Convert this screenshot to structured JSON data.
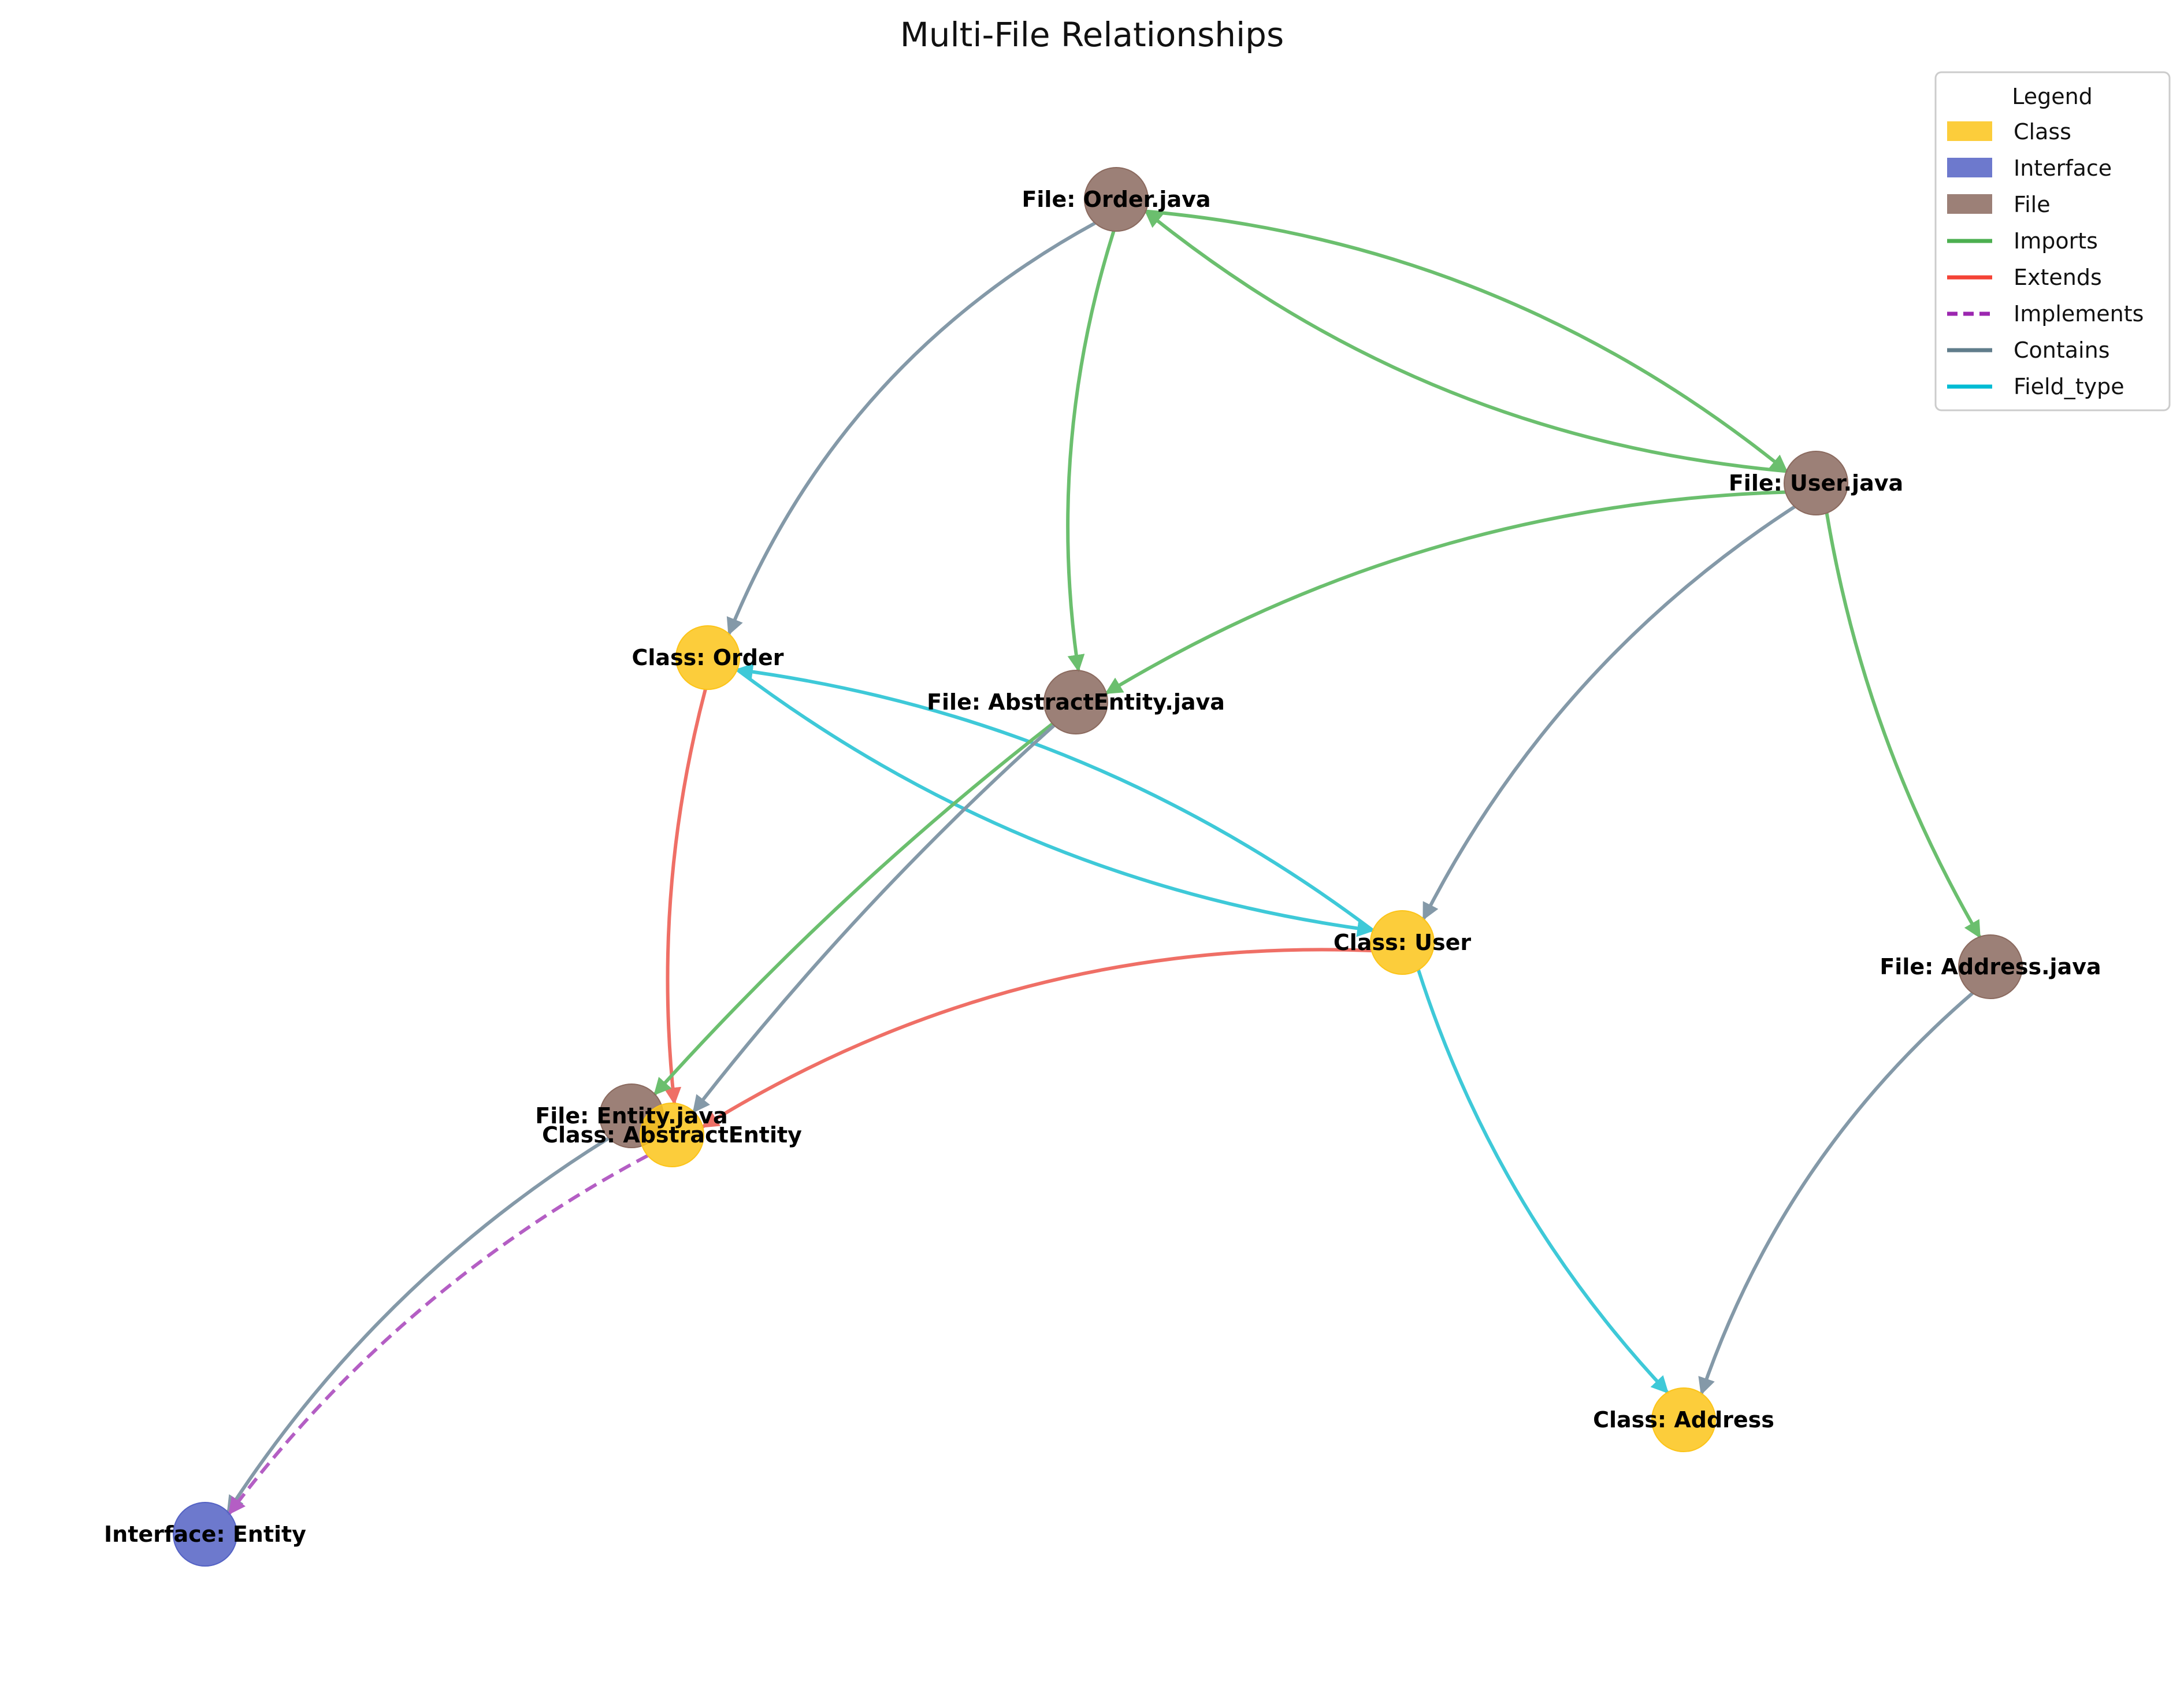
{
  "title": "Multi-File Relationships",
  "legend": {
    "title": "Legend",
    "items": [
      {
        "label": "Class",
        "kind": "patch",
        "color": "#fcc419"
      },
      {
        "label": "Interface",
        "kind": "patch",
        "color": "#5462c4"
      },
      {
        "label": "File",
        "kind": "patch",
        "color": "#8b6a5f"
      },
      {
        "label": "Imports",
        "kind": "line",
        "color": "#4caf50",
        "dash": false
      },
      {
        "label": "Extends",
        "kind": "line",
        "color": "#f44336",
        "dash": false
      },
      {
        "label": "Implements",
        "kind": "line",
        "color": "#9c27b0",
        "dash": true
      },
      {
        "label": "Contains",
        "kind": "line",
        "color": "#607d8b",
        "dash": false
      },
      {
        "label": "Field_type",
        "kind": "line",
        "color": "#00bcd4",
        "dash": false
      }
    ]
  },
  "node_colors": {
    "Class": "#fcc419",
    "Interface": "#5462c4",
    "File": "#8b6a5f"
  },
  "edge_colors": {
    "imports": "#6bbf6e",
    "extends": "#ef6f66",
    "implements": "#b45ec4",
    "contains": "#8499a8",
    "field_type": "#3ec9d8"
  },
  "nodes": [
    {
      "id": "order_java",
      "label": "File: Order.java",
      "type": "File"
    },
    {
      "id": "user_java",
      "label": "File: User.java",
      "type": "File"
    },
    {
      "id": "class_order",
      "label": "Class: Order",
      "type": "Class"
    },
    {
      "id": "abstract_java",
      "label": "File: AbstractEntity.java",
      "type": "File"
    },
    {
      "id": "class_user",
      "label": "Class: User",
      "type": "Class"
    },
    {
      "id": "address_java",
      "label": "File: Address.java",
      "type": "File"
    },
    {
      "id": "entity_java",
      "label": "File: Entity.java",
      "type": "File"
    },
    {
      "id": "class_abstract",
      "label": "Class: AbstractEntity",
      "type": "Class"
    },
    {
      "id": "class_address",
      "label": "Class: Address",
      "type": "Class"
    },
    {
      "id": "iface_entity",
      "label": "Interface: Entity",
      "type": "Interface"
    }
  ],
  "edges": [
    {
      "from": "order_java",
      "to": "class_order",
      "type": "contains"
    },
    {
      "from": "order_java",
      "to": "abstract_java",
      "type": "imports"
    },
    {
      "from": "order_java",
      "to": "user_java",
      "type": "imports"
    },
    {
      "from": "user_java",
      "to": "order_java",
      "type": "imports"
    },
    {
      "from": "user_java",
      "to": "abstract_java",
      "type": "imports"
    },
    {
      "from": "user_java",
      "to": "class_user",
      "type": "contains"
    },
    {
      "from": "user_java",
      "to": "address_java",
      "type": "imports"
    },
    {
      "from": "class_order",
      "to": "class_user",
      "type": "field_type"
    },
    {
      "from": "class_user",
      "to": "class_order",
      "type": "field_type"
    },
    {
      "from": "class_order",
      "to": "class_abstract",
      "type": "extends"
    },
    {
      "from": "abstract_java",
      "to": "entity_java",
      "type": "imports"
    },
    {
      "from": "abstract_java",
      "to": "class_abstract",
      "type": "contains"
    },
    {
      "from": "class_user",
      "to": "class_abstract",
      "type": "extends"
    },
    {
      "from": "class_user",
      "to": "class_address",
      "type": "field_type"
    },
    {
      "from": "address_java",
      "to": "class_address",
      "type": "contains"
    },
    {
      "from": "entity_java",
      "to": "iface_entity",
      "type": "contains"
    },
    {
      "from": "class_abstract",
      "to": "iface_entity",
      "type": "implements"
    }
  ]
}
